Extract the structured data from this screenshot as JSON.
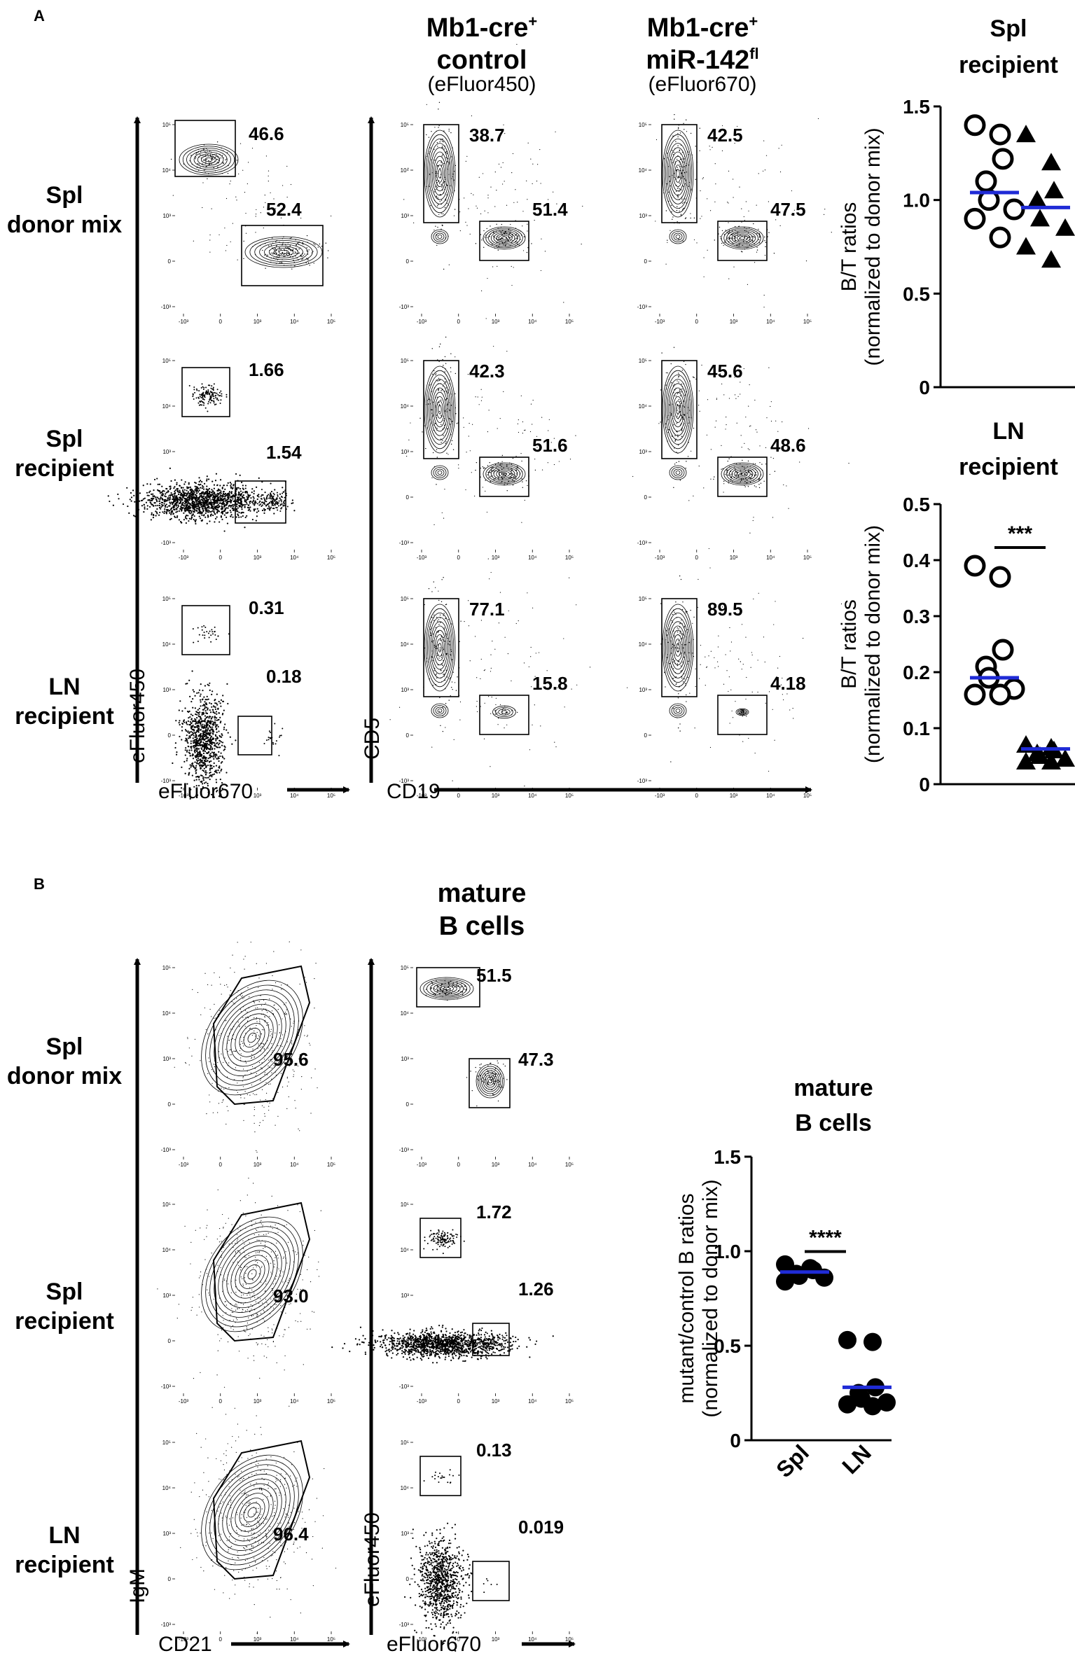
{
  "panelA": {
    "letter": "A",
    "column_header_control": [
      "Mb1-cre",
      "+",
      "control",
      "(eFluor450)"
    ],
    "column_header_mutant": [
      "Mb1-cre",
      "+",
      "miR-142",
      "fl",
      "(eFluor670)"
    ],
    "row_labels": [
      [
        "Spl",
        "donor mix"
      ],
      [
        "Spl",
        "recipient"
      ],
      [
        "LN",
        "recipient"
      ]
    ],
    "axis_y1": "eFluor450",
    "axis_x1": "eFluor670",
    "axis_y2": "CD5",
    "axis_x2": "CD19",
    "gates_col1": [
      [
        "46.6",
        "52.4"
      ],
      [
        "1.66",
        "1.54"
      ],
      [
        "0.31",
        "0.18"
      ]
    ],
    "gates_col2": [
      [
        "38.7",
        "51.4"
      ],
      [
        "42.3",
        "51.6"
      ],
      [
        "77.1",
        "15.8"
      ]
    ],
    "gates_col3": [
      [
        "42.5",
        "47.5"
      ],
      [
        "45.6",
        "48.6"
      ],
      [
        "89.5",
        "4.18"
      ]
    ]
  },
  "panelB": {
    "letter": "B",
    "column_header": [
      "mature",
      "B cells"
    ],
    "row_labels": [
      [
        "Spl",
        "donor mix"
      ],
      [
        "Spl",
        "recipient"
      ],
      [
        "LN",
        "recipient"
      ]
    ],
    "axis_y1": "IgM",
    "axis_x1": "CD21",
    "axis_y2": "eFluor450",
    "axis_x2": "eFluor670",
    "gates_col1": [
      "95.6",
      "93.0",
      "96.4"
    ],
    "gates_col2": [
      [
        "51.5",
        "47.3"
      ],
      [
        "1.72",
        "1.26"
      ],
      [
        "0.13",
        "0.019"
      ]
    ]
  },
  "facs_ticks": {
    "x": [
      "-10³",
      "0",
      "10³",
      "10⁴",
      "10⁵"
    ],
    "y": [
      "10⁵",
      "10⁴",
      "10³",
      "0",
      "-10³"
    ]
  },
  "colors": {
    "mean_line": "#1f2bd6",
    "ink": "#000000"
  },
  "chart_data": [
    {
      "type": "scatter",
      "title": [
        "Spl",
        "recipient"
      ],
      "ylabel": [
        "B/T ratios",
        "(normalized to donor mix)"
      ],
      "ylim": [
        0,
        1.5
      ],
      "yticks": [
        "0",
        "0.5",
        "1.0",
        "1.5"
      ],
      "series": [
        {
          "marker": "open-circle",
          "values": [
            1.4,
            1.35,
            1.22,
            1.1,
            1.0,
            0.95,
            0.9,
            0.8
          ],
          "mean": 1.04
        },
        {
          "marker": "triangle",
          "values": [
            1.35,
            1.2,
            1.05,
            1.0,
            0.9,
            0.85,
            0.75,
            0.68
          ],
          "mean": 0.96
        }
      ]
    },
    {
      "type": "scatter",
      "title": [
        "LN",
        "recipient"
      ],
      "ylabel": [
        "B/T ratios",
        "(normalized to donor mix)"
      ],
      "ylim": [
        0,
        0.5
      ],
      "yticks": [
        "0",
        "0.1",
        "0.2",
        "0.3",
        "0.4",
        "0.5"
      ],
      "significance": "***",
      "series": [
        {
          "marker": "open-circle",
          "values": [
            0.39,
            0.37,
            0.24,
            0.21,
            0.19,
            0.17,
            0.16,
            0.16
          ],
          "mean": 0.19
        },
        {
          "marker": "triangle",
          "values": [
            0.07,
            0.065,
            0.06,
            0.055,
            0.05,
            0.045,
            0.04,
            0.04
          ],
          "mean": 0.063
        }
      ]
    },
    {
      "type": "scatter",
      "title": [
        "mature",
        "B cells"
      ],
      "ylabel": [
        "mutant/control B ratios",
        "(normalized to donor mix)"
      ],
      "ylim": [
        0,
        1.5
      ],
      "yticks": [
        "0",
        "0.5",
        "1.0",
        "1.5"
      ],
      "categories": [
        "Spl",
        "LN"
      ],
      "significance": "****",
      "series": [
        {
          "marker": "filled-circle",
          "values": [
            0.93,
            0.91,
            0.9,
            0.88,
            0.87,
            0.86,
            0.84
          ],
          "mean": 0.89
        },
        {
          "marker": "filled-circle",
          "values": [
            0.53,
            0.52,
            0.28,
            0.25,
            0.22,
            0.2,
            0.19,
            0.18
          ],
          "mean": 0.28
        }
      ]
    }
  ]
}
